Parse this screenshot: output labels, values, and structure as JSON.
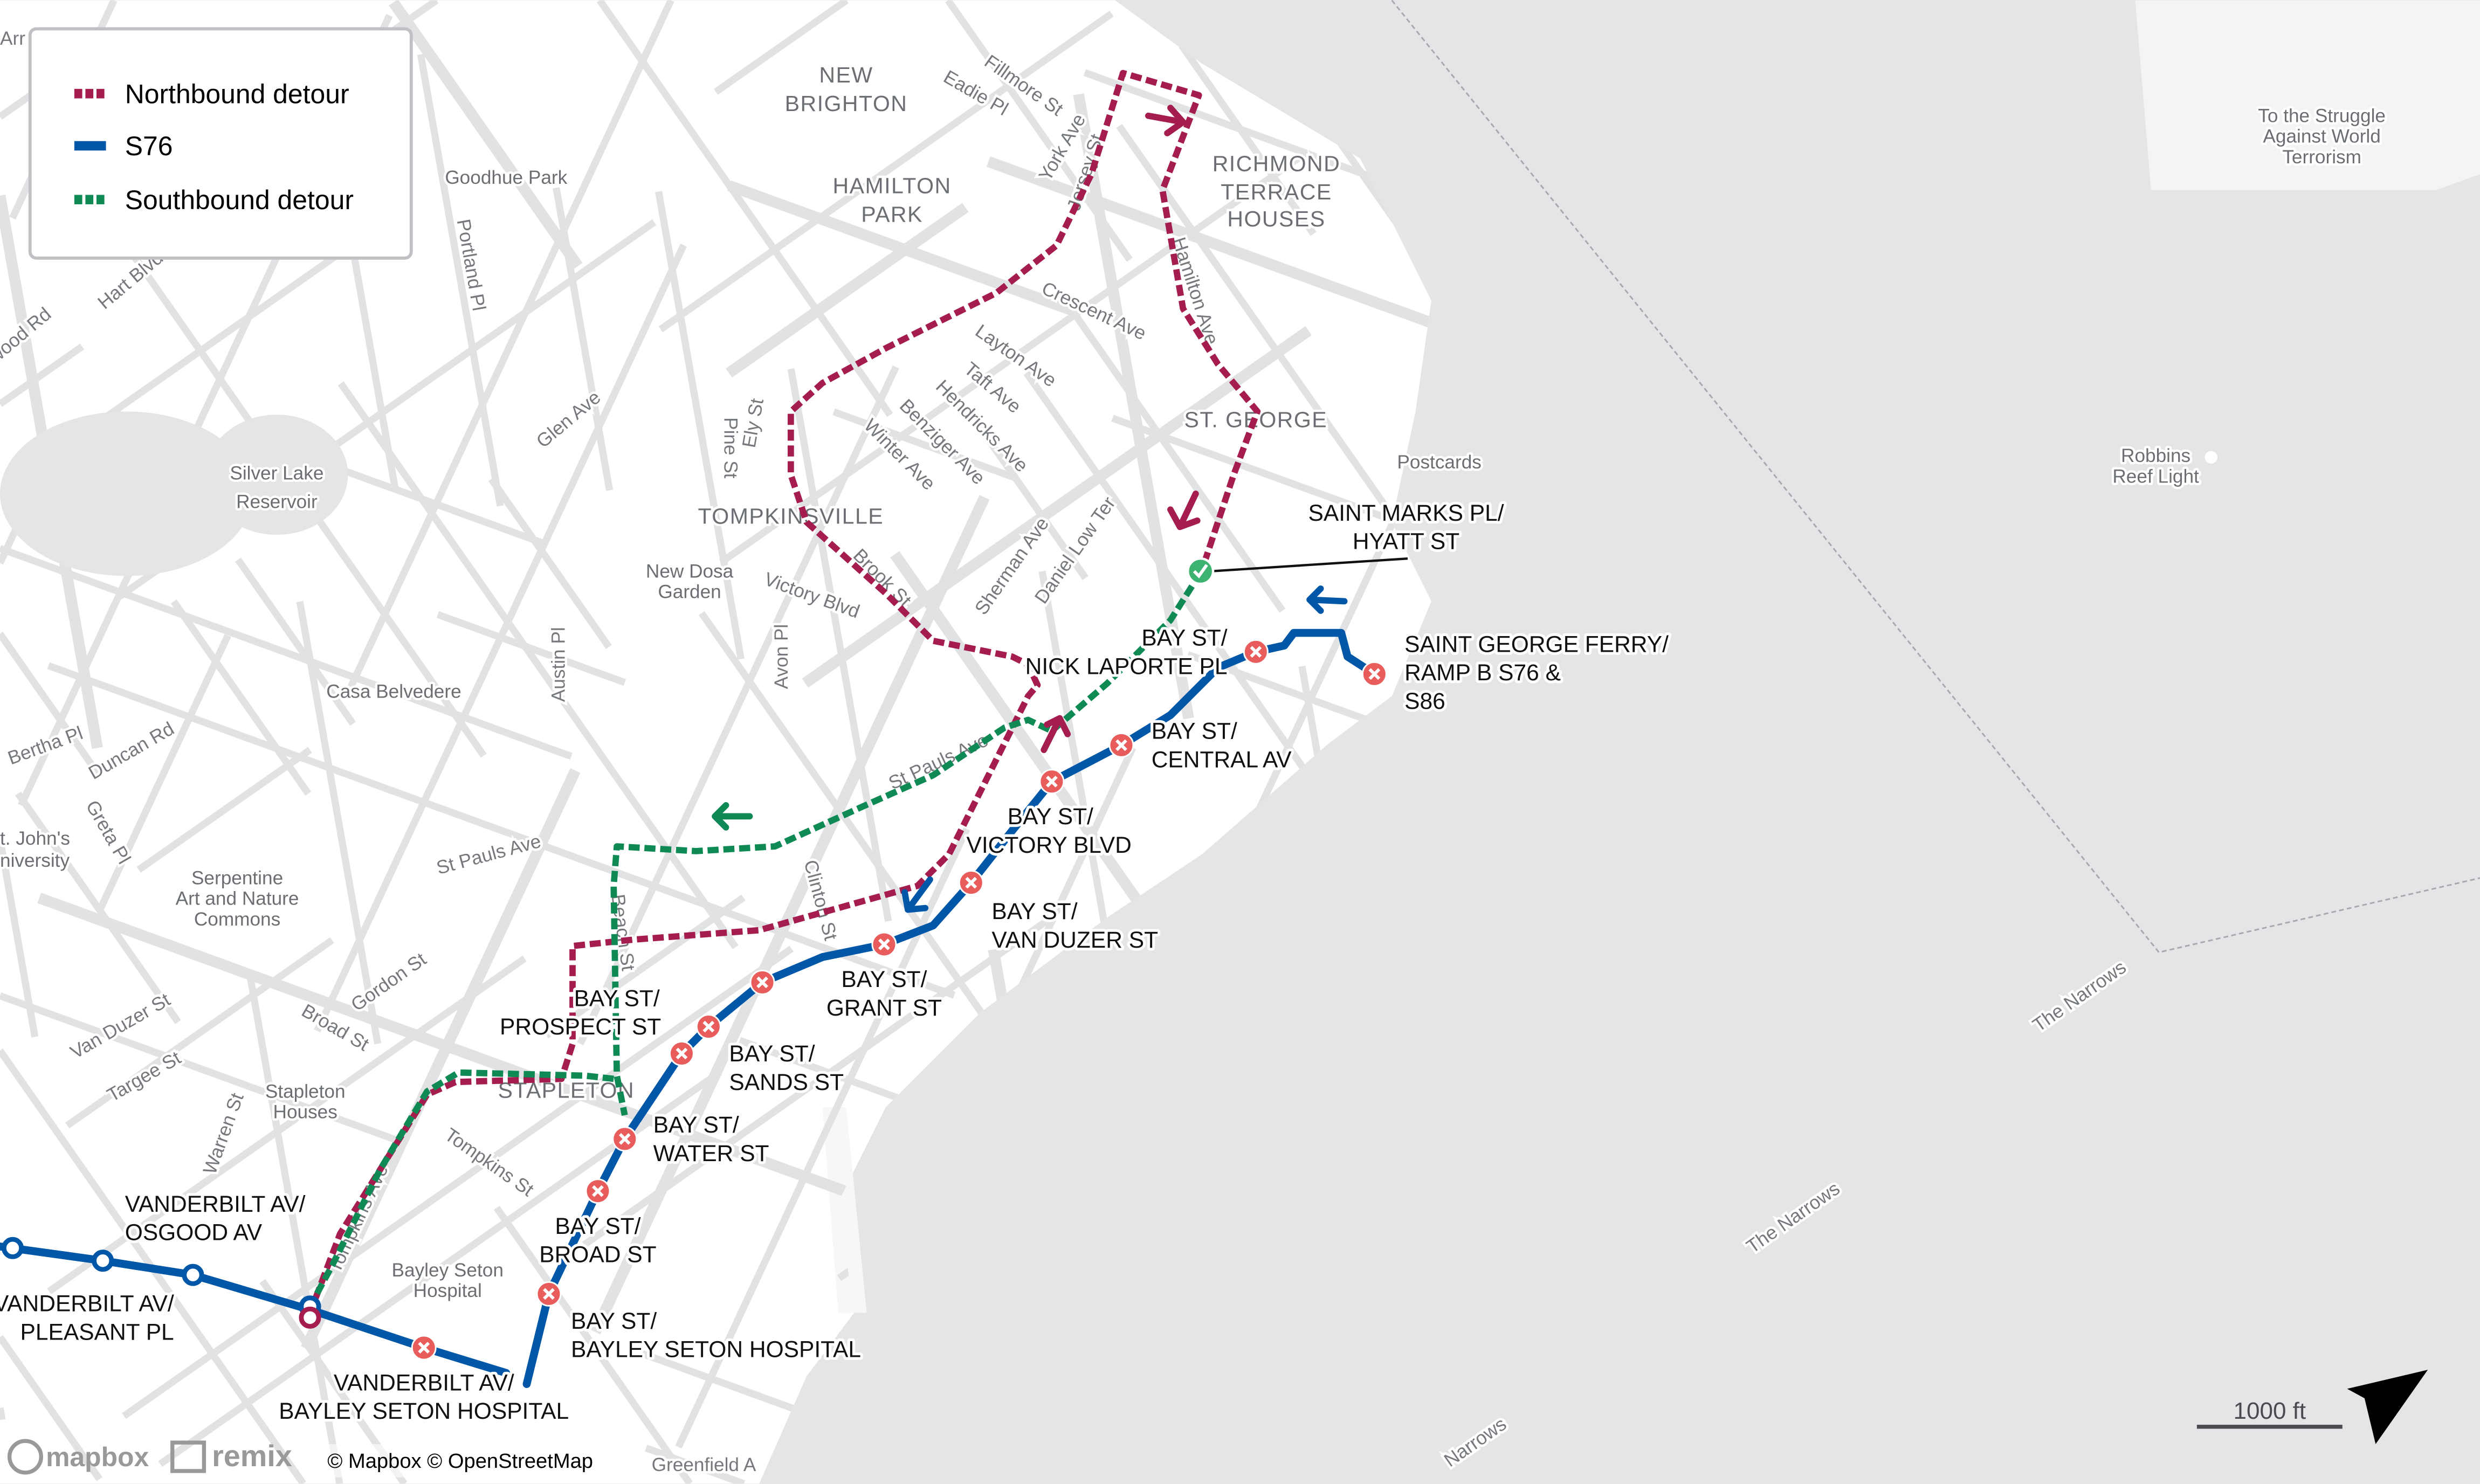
{
  "colors": {
    "northbound": "#a51d4f",
    "s76": "#0057a8",
    "southbound": "#0f8a55",
    "cancelled_stop": "#e85c5c",
    "detour_stop": "#3cb371",
    "water": "#e4e5e7",
    "land": "#ffffff"
  },
  "legend": {
    "items": [
      {
        "label": "Northbound detour",
        "style": "dashed",
        "color": "#a51d4f"
      },
      {
        "label": "S76",
        "style": "solid",
        "color": "#0057a8"
      },
      {
        "label": "Southbound detour",
        "style": "dashed",
        "color": "#0f8a55"
      }
    ]
  },
  "stops": {
    "saint_marks": [
      "SAINT MARKS PL/",
      "HYATT ST"
    ],
    "ferry": [
      "SAINT GEORGE FERRY/",
      "RAMP B S76 &",
      "S86"
    ],
    "nick_laporte": [
      "BAY ST/",
      "NICK LAPORTE PL"
    ],
    "central": [
      "BAY ST/",
      "CENTRAL AV"
    ],
    "victory": [
      "BAY ST/",
      "VICTORY BLVD"
    ],
    "van_duzer": [
      "BAY ST/",
      "VAN DUZER ST"
    ],
    "grant": [
      "BAY ST/",
      "GRANT ST"
    ],
    "prospect": [
      "BAY ST/",
      "PROSPECT ST"
    ],
    "sands": [
      "BAY ST/",
      "SANDS ST"
    ],
    "water": [
      "BAY ST/",
      "WATER ST"
    ],
    "broad": [
      "BAY ST/",
      "BROAD ST"
    ],
    "bayley_bay": [
      "BAY ST/",
      "BAYLEY SETON HOSPITAL"
    ],
    "osgood": [
      "VANDERBILT AV/",
      "OSGOOD AV"
    ],
    "pleasant": [
      "VANDERBILT AV/",
      "PLEASANT PL"
    ],
    "bayley_vand": [
      "VANDERBILT AV/",
      "BAYLEY SETON HOSPITAL"
    ]
  },
  "neighborhoods": {
    "new_brighton": [
      "NEW",
      "BRIGHTON"
    ],
    "hamilton_park": [
      "HAMILTON",
      "PARK"
    ],
    "richmond": [
      "RICHMOND",
      "TERRACE",
      "HOUSES"
    ],
    "st_george": "ST. GEORGE",
    "tompkinsville": "TOMPKINSVILLE",
    "stapleton": "STAPLETON"
  },
  "places": {
    "silver_lake": [
      "Silver Lake",
      "Reservoir"
    ],
    "goodhue": "Goodhue Park",
    "new_dosa": [
      "New Dosa",
      "Garden"
    ],
    "casa": "Casa Belvedere",
    "serpentine": [
      "Serpentine",
      "Art and Nature",
      "Commons"
    ],
    "stapleton_houses": [
      "Stapleton",
      "Houses"
    ],
    "bayley_hospital": [
      "Bayley Seton",
      "Hospital"
    ],
    "postcards": "Postcards",
    "robbins": [
      "Robbins",
      "Reef Light"
    ],
    "struggle": [
      "To the Struggle",
      "Against World",
      "Terrorism"
    ],
    "st_johns": [
      "t. John's",
      "niversity"
    ]
  },
  "streets": [
    "Fillmore St",
    "Eadie Pl",
    "York Ave",
    "Jersey St",
    "Crescent Ave",
    "Layton Ave",
    "Taft Ave",
    "Hendricks Ave",
    "Benziger Ave",
    "Winter Ave",
    "Hamilton Ave",
    "Pine St",
    "Ely St",
    "Glen Ave",
    "Portland Pl",
    "Hart Blvd",
    "Victory Blvd",
    "Brook St",
    "Sherman Ave",
    "Daniel Low Ter",
    "Austin Pl",
    "Avon Pl",
    "Bertha Pl",
    "Duncan Rd",
    "Greta Pl",
    "St Pauls Ave",
    "St Pauls Ave",
    "Clinton St",
    "Beach St",
    "Gordon St",
    "Van Duzer St",
    "Broad St",
    "Targee St",
    "Warren St",
    "Tompkins Ave",
    "Tompkins St",
    "The Narrows",
    "The Narrows",
    "Narrows",
    "wood Rd",
    "Greenfield A",
    "Arr"
  ],
  "scale": {
    "label": "1000 ft"
  },
  "attribution": {
    "mapbox": "mapbox",
    "remix": "remix",
    "text": "© Mapbox © OpenStreetMap"
  }
}
